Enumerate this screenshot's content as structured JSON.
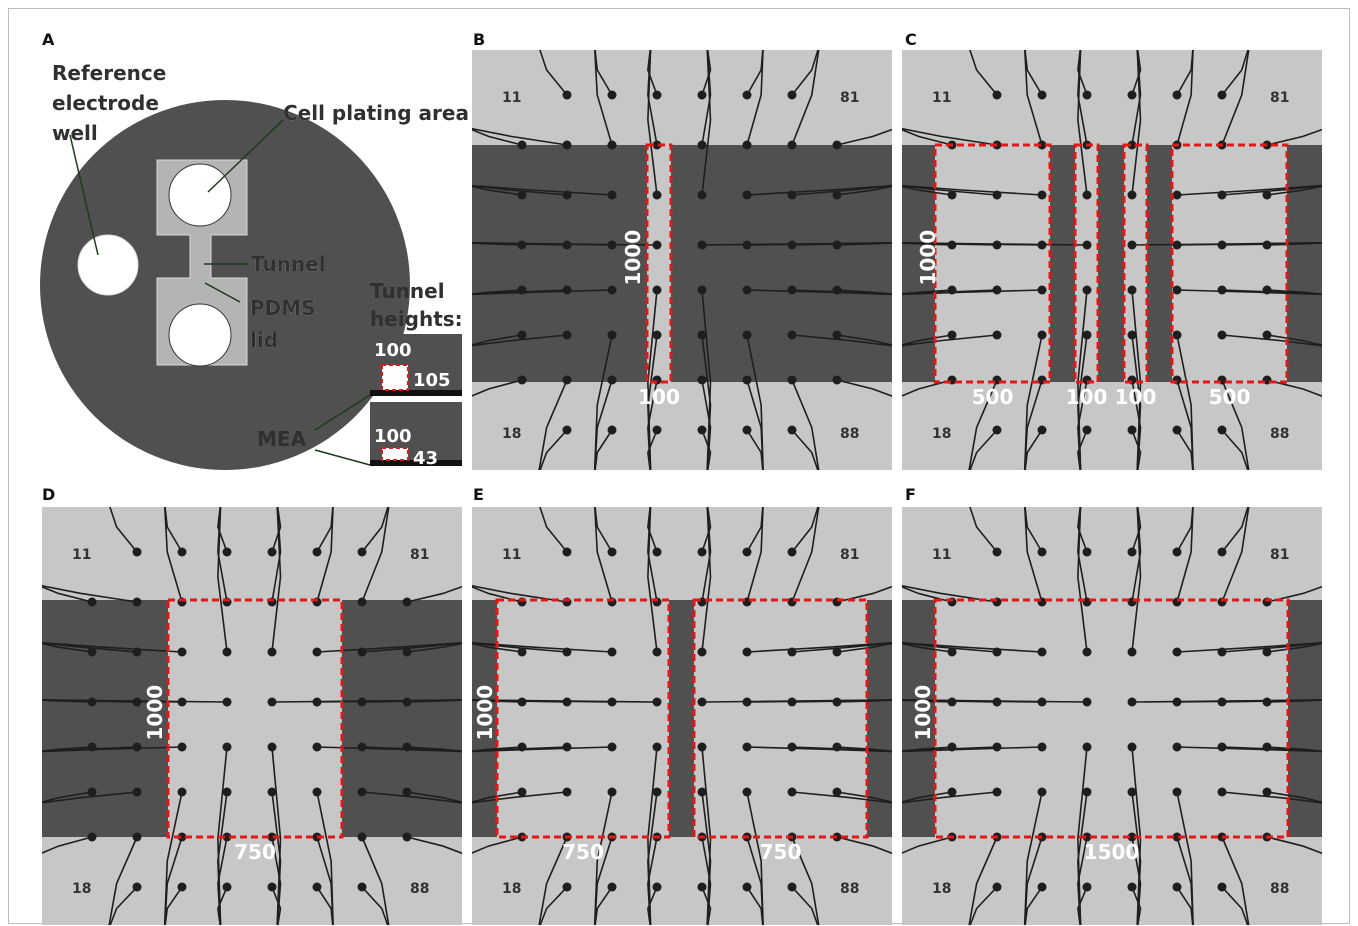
{
  "figure": {
    "panels": [
      {
        "letter": "A"
      },
      {
        "letter": "B"
      },
      {
        "letter": "C"
      },
      {
        "letter": "D"
      },
      {
        "letter": "E"
      },
      {
        "letter": "F"
      }
    ]
  },
  "schematic": {
    "reference_line1": "Reference",
    "reference_line2": "electrode",
    "reference_line3": "well",
    "cell_plating": "Cell plating area",
    "tunnel": "Tunnel",
    "pdms_line1": "PDMS",
    "pdms_line2": "lid",
    "tunnel_heights_line1": "Tunnel",
    "tunnel_heights_line2": "heights:",
    "mea": "MEA",
    "inset1": {
      "width": "100",
      "height": "105"
    },
    "inset2": {
      "width": "100",
      "height": "43"
    }
  },
  "mea_labels": {
    "top_left": "11",
    "top_right": "81",
    "bottom_left": "18",
    "bottom_right": "88"
  },
  "panel_B": {
    "height_label": "1000",
    "width_labels": [
      "100"
    ]
  },
  "panel_C": {
    "height_label": "1000",
    "width_labels": [
      "500",
      "100",
      "100",
      "500"
    ]
  },
  "panel_D": {
    "height_label": "1000",
    "width_labels": [
      "750"
    ]
  },
  "panel_E": {
    "height_label": "1000",
    "width_labels": [
      "750",
      "750"
    ]
  },
  "panel_F": {
    "height_label": "1000",
    "width_labels": [
      "1500"
    ]
  },
  "colors": {
    "pdms_dark": "#505050",
    "mea_light": "#c7c7c7",
    "trace": "#1e1e1e",
    "dashed_box": "#e01818",
    "label_white": "#ffffff"
  }
}
